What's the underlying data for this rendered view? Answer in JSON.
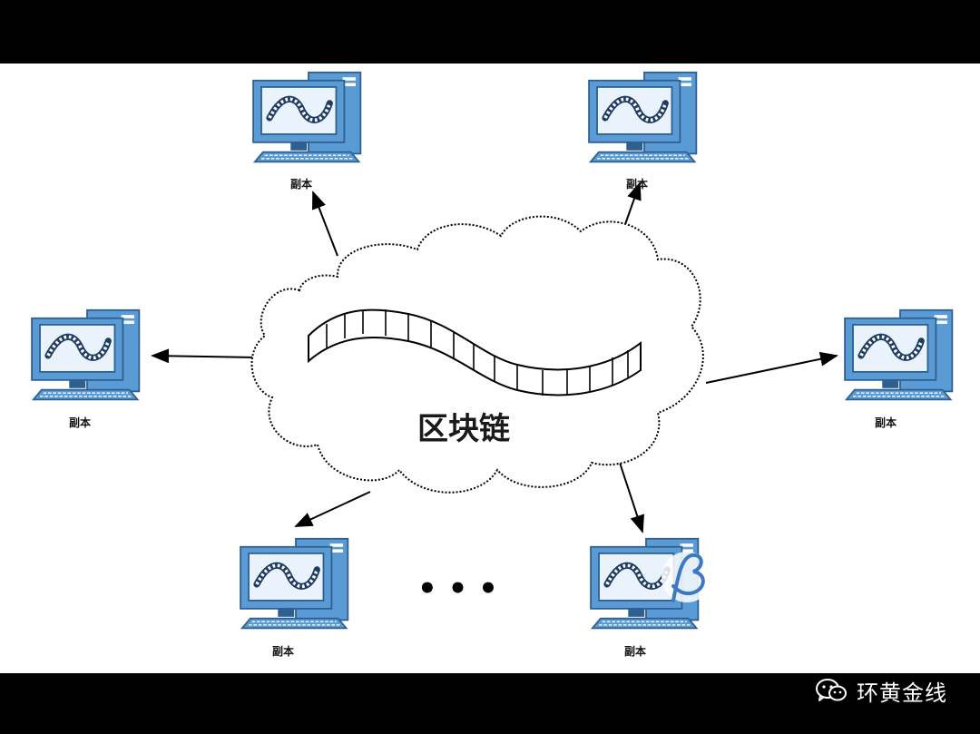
{
  "diagram": {
    "center_label": "区块链",
    "node_label": "副本",
    "ellipsis": "• • •",
    "colors": {
      "monitor": "#5b9bd5",
      "monitor_dark": "#2f5f8f",
      "screen": "#eaf3fb",
      "wave": "#1f3d63",
      "arrow": "#000000",
      "cloud_stroke": "#000000"
    }
  },
  "footer": {
    "brand": "环黄金线",
    "brand_icon": "wechat-icon"
  }
}
